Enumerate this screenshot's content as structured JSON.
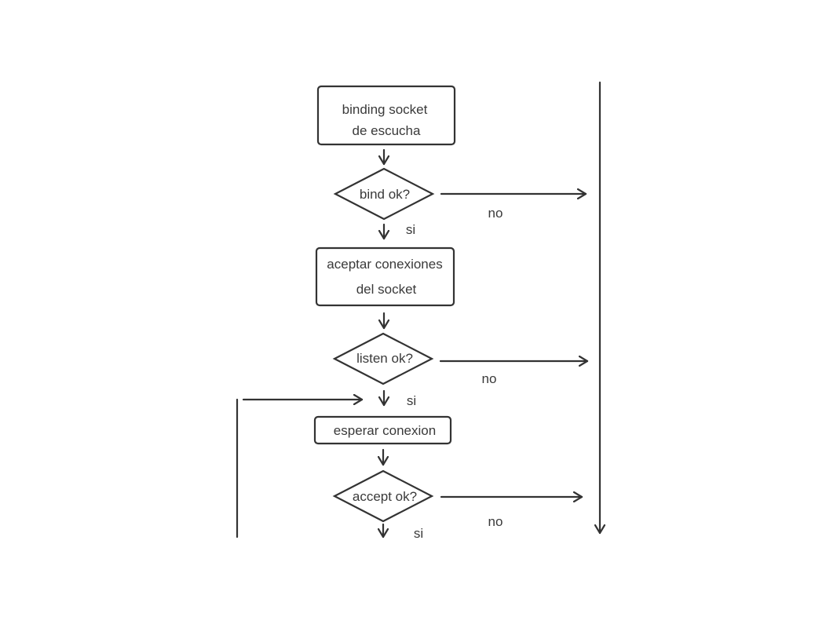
{
  "colors": {
    "background": "#ffffff",
    "stroke": "#333333",
    "text": "#3a3a3a"
  },
  "nodes": {
    "binding": {
      "line1": "binding socket",
      "line2": "de escucha"
    },
    "bind_ok": {
      "label": "bind ok?"
    },
    "aceptar": {
      "line1": "aceptar conexiones",
      "line2": "del socket"
    },
    "listen_ok": {
      "label": "listen ok?"
    },
    "esperar": {
      "label": "esperar conexion"
    },
    "accept_ok": {
      "label": "accept ok?"
    }
  },
  "edges": {
    "bind_yes": "si",
    "bind_no": "no",
    "listen_yes": "si",
    "listen_no": "no",
    "accept_yes": "si",
    "accept_no": "no"
  }
}
